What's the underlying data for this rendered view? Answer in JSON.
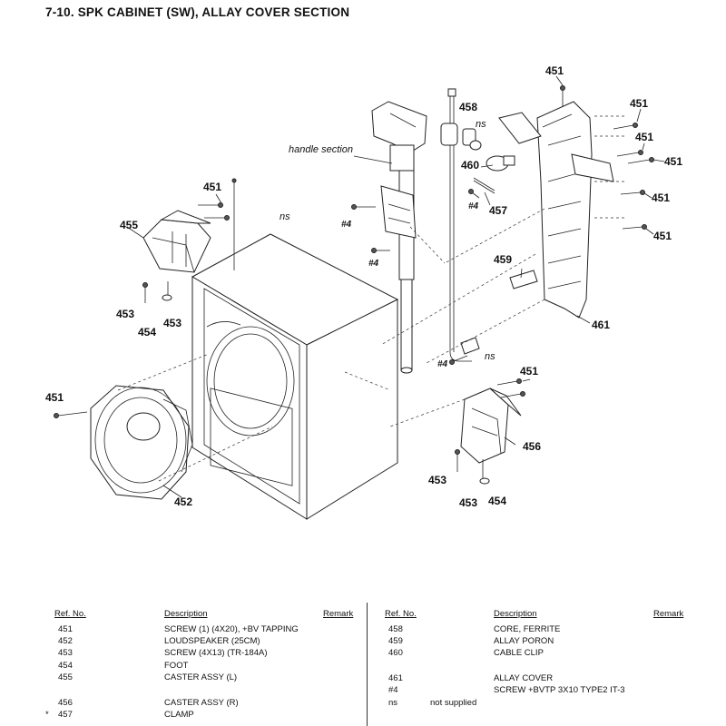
{
  "title": "7-10.  SPK CABINET (SW),  ALLAY COVER  SECTION",
  "labels": {
    "handle_section": "handle section",
    "ns": "ns",
    "ref_451": "451",
    "ref_452": "452",
    "ref_453": "453",
    "ref_454": "454",
    "ref_455": "455",
    "ref_456": "456",
    "ref_457": "457",
    "ref_458": "458",
    "ref_459": "459",
    "ref_460": "460",
    "ref_461": "461",
    "ref_4": "#4"
  },
  "table": {
    "headers": {
      "ref_no": "Ref. No.",
      "description": "Description",
      "remark": "Remark"
    },
    "left_rows": [
      {
        "mark": "",
        "ref": "451",
        "desc": "SCREW (1) (4X20), +BV TAPPING",
        "remark": ""
      },
      {
        "mark": "",
        "ref": "452",
        "desc": "LOUDSPEAKER (25CM)",
        "remark": ""
      },
      {
        "mark": "",
        "ref": "453",
        "desc": "SCREW (4X13) (TR-184A)",
        "remark": ""
      },
      {
        "mark": "",
        "ref": "454",
        "desc": "FOOT",
        "remark": ""
      },
      {
        "mark": "",
        "ref": "455",
        "desc": "CASTER ASSY (L)",
        "remark": ""
      },
      {
        "mark": "",
        "ref": "456",
        "desc": "CASTER ASSY (R)",
        "remark": ""
      },
      {
        "mark": "*",
        "ref": "457",
        "desc": "CLAMP",
        "remark": ""
      }
    ],
    "right_rows": [
      {
        "ref": "458",
        "desc": "CORE, FERRITE",
        "remark": ""
      },
      {
        "ref": "459",
        "desc": "ALLAY PORON",
        "remark": ""
      },
      {
        "ref": "460",
        "desc": "CABLE CLIP",
        "remark": ""
      },
      {
        "ref": "461",
        "desc": "ALLAY COVER",
        "remark": ""
      },
      {
        "ref": "#4",
        "desc": "SCREW +BVTP 3X10 TYPE2 IT-3",
        "remark": ""
      },
      {
        "ref": "ns",
        "desc": "not supplied",
        "remark": ""
      }
    ]
  }
}
